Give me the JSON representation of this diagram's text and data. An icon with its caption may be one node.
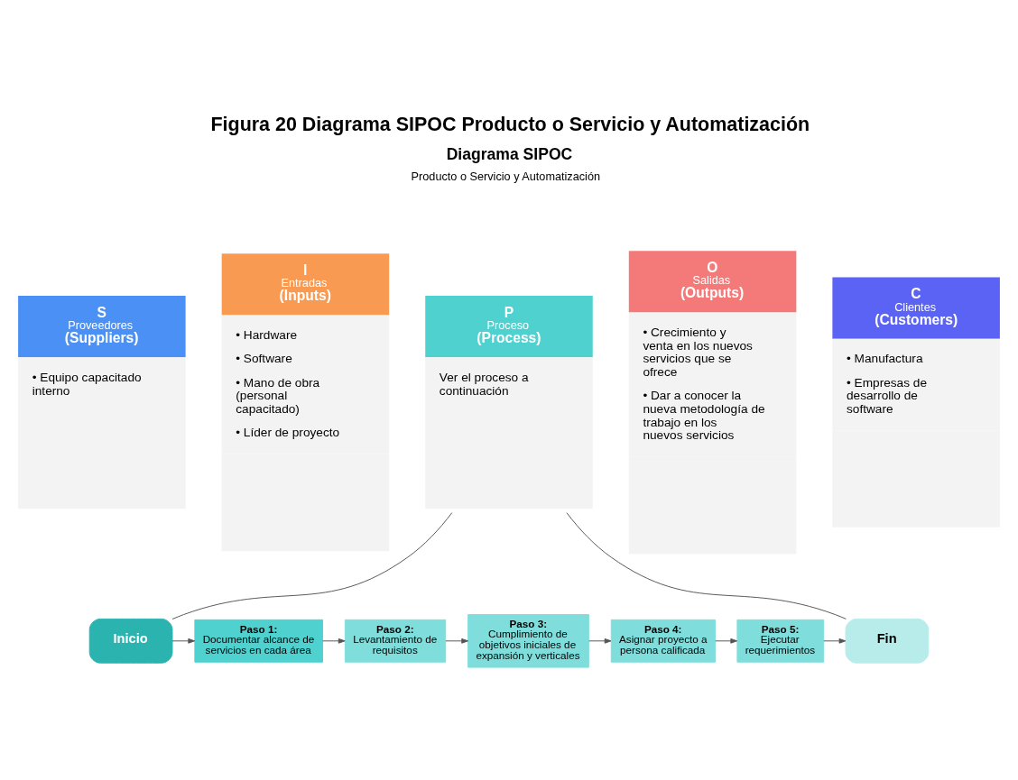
{
  "diagram": {
    "title": "Figura 20 Diagrama SIPOC Producto o Servicio y Automatización",
    "nodes": [
      {
        "text": [
          "S",
          "Proveedores",
          "(Suppliers)",
          "• Equipo capacitado interno"
        ]
      },
      {
        "text": [
          "I",
          "Entradas",
          "(Inputs)",
          "• Hardware",
          "• Software",
          "• Mano de obra (personal capacitado)",
          "• Líder de proyecto"
        ]
      },
      {
        "text": [
          "P",
          "Proceso",
          "(Process)",
          "Ver el proceso a continuación"
        ]
      },
      {
        "text": [
          "O",
          "Salidas",
          "(Outputs)",
          "• Crecimiento y venta en los nuevos servicios que se ofrece",
          "• Dar a conocer la nueva metodología de trabajo en los nuevos servicios"
        ]
      },
      {
        "text": [
          "C",
          "Clientes",
          "(Customers)",
          "• Manufactura",
          "• Empresas de desarrollo de software"
        ]
      },
      {
        "text": [
          "Inicio"
        ]
      },
      {
        "text": [
          "Paso 1:",
          "Documentar alcance de servicios en cada área"
        ]
      },
      {
        "text": [
          "Paso 2:",
          "Levantamiento de requisitos"
        ]
      },
      {
        "text": [
          "Paso 3:",
          "Cumplimiento de objetivos iniciales de expansión y verticales"
        ]
      },
      {
        "text": [
          "Paso 4:",
          "Asignar proyecto a persona calificada"
        ]
      },
      {
        "text": [
          "Paso 5:",
          "Ejecutar requerimientos"
        ]
      },
      {
        "text": [
          "Fin"
        ]
      }
    ],
    "edges": [
      {
        "from": 2,
        "to": 5,
        "arrow": "none"
      },
      {
        "from": 2,
        "to": 11,
        "arrow": "none"
      },
      {
        "from": 5,
        "to": 6,
        "arrow": "to"
      },
      {
        "from": 6,
        "to": 7,
        "arrow": "to"
      },
      {
        "from": 7,
        "to": 8,
        "arrow": "to"
      },
      {
        "from": 8,
        "to": 9,
        "arrow": "to"
      },
      {
        "from": 9,
        "to": 10,
        "arrow": "to"
      },
      {
        "from": 10,
        "to": 11,
        "arrow": "to"
      }
    ],
    "labels": [
      "Diagrama SIPOC",
      "Producto o Servicio y Automatización"
    ]
  }
}
